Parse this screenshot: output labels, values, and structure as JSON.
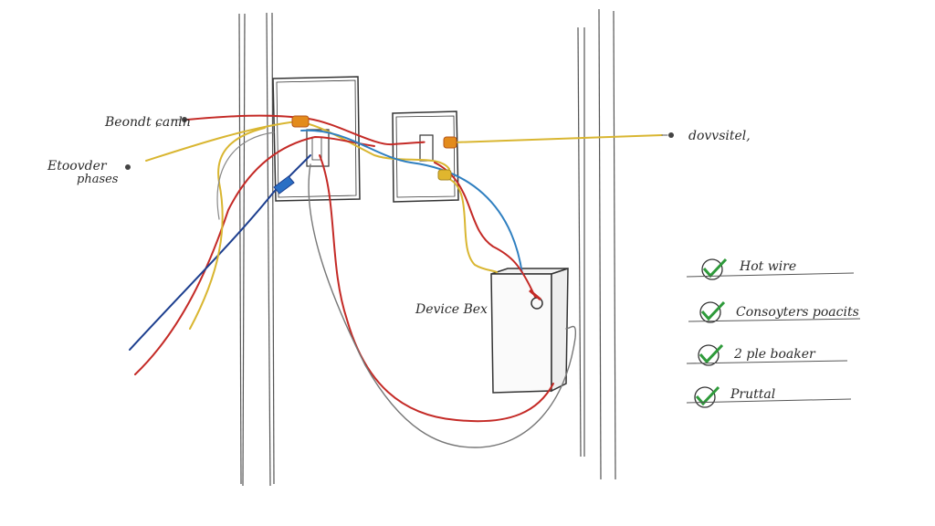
{
  "labels": {
    "top_left": "Beondt ɕanln",
    "left_line1": "Etoovder",
    "left_line2": "phases",
    "right": "dovvsitel,",
    "device_box": "Device Bex"
  },
  "checklist": [
    {
      "label": "Hot wire",
      "checked": true
    },
    {
      "label": "Consoyters poacits",
      "checked": true
    },
    {
      "label": "2 ple boaker",
      "checked": true
    },
    {
      "label": "Pruttal",
      "checked": true
    }
  ],
  "colors": {
    "red": "#c42a26",
    "blue": "#1d3f8f",
    "light_blue": "#2f7fc0",
    "yellow": "#d9b631",
    "orange": "#e38b1c",
    "green_check": "#2e9a3a",
    "pencil": "#3a3a3a"
  }
}
